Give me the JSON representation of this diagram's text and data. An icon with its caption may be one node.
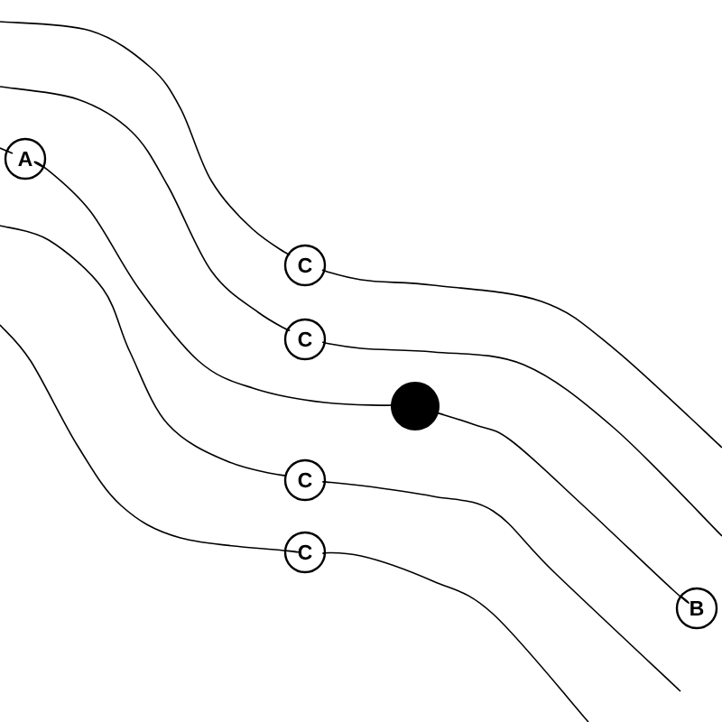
{
  "diagram": {
    "nodes": [
      {
        "text": [
          "A"
        ]
      },
      {
        "text": [
          "C"
        ]
      },
      {
        "text": [
          "C"
        ]
      },
      {
        "text": [],
        "shape": "circle"
      },
      {
        "text": [
          "C"
        ]
      },
      {
        "text": [
          "C"
        ]
      },
      {
        "text": [
          "B"
        ]
      }
    ],
    "edges": [
      {
        "from": null,
        "to": 0,
        "arrow": "none"
      },
      {
        "from": 0,
        "to": 3,
        "arrow": "none"
      },
      {
        "from": 3,
        "to": 6,
        "arrow": "none"
      },
      {
        "from": null,
        "to": 1,
        "arrow": "none"
      },
      {
        "from": 1,
        "to": null,
        "arrow": "none"
      },
      {
        "from": null,
        "to": 2,
        "arrow": "none"
      },
      {
        "from": 2,
        "to": null,
        "arrow": "none"
      },
      {
        "from": null,
        "to": 4,
        "arrow": "none"
      },
      {
        "from": 4,
        "to": null,
        "arrow": "none"
      },
      {
        "from": null,
        "to": 5,
        "arrow": "none"
      },
      {
        "from": 5,
        "to": null,
        "arrow": "none"
      }
    ]
  }
}
